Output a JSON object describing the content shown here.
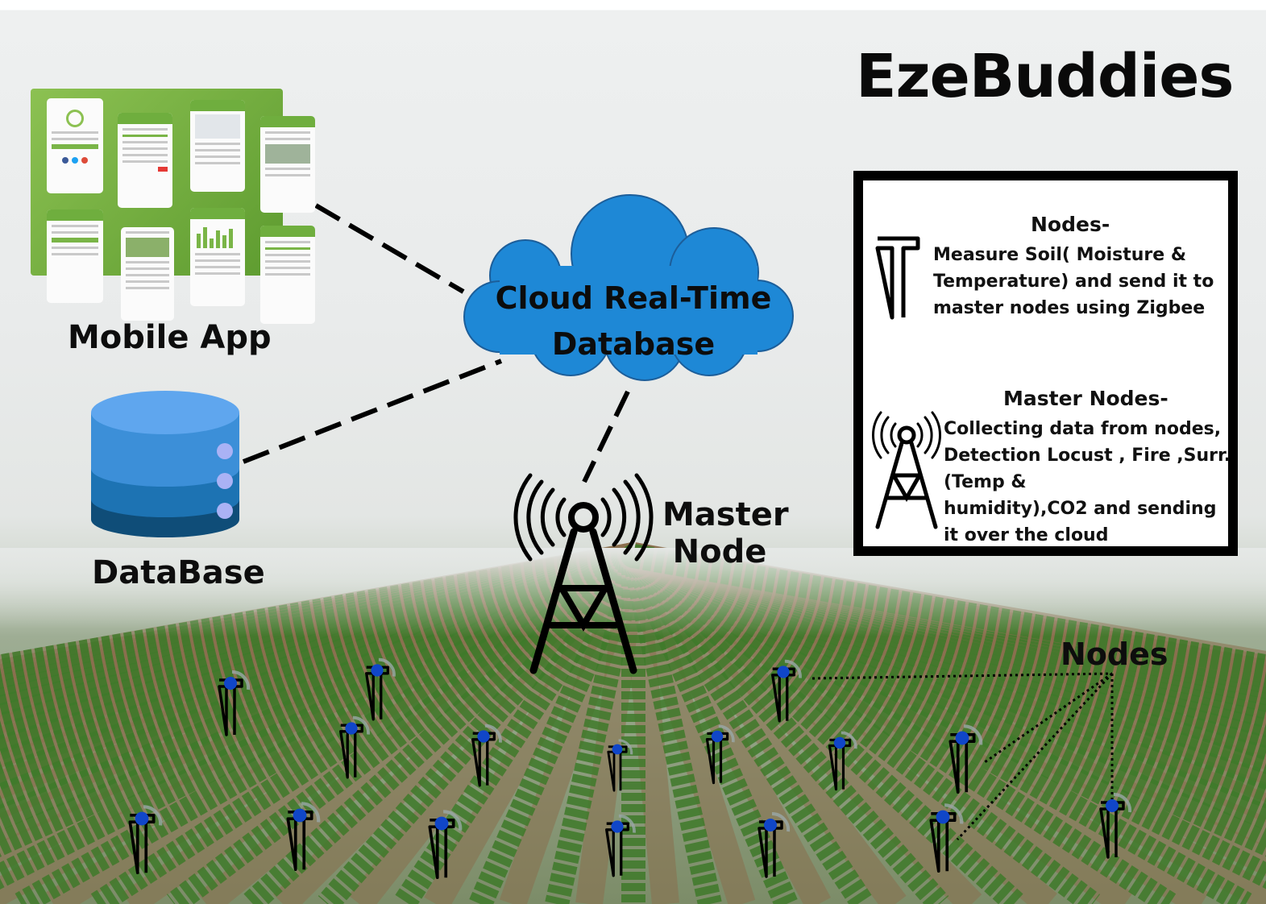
{
  "title": "EzeBuddies",
  "labels": {
    "mobile_app": "Mobile App",
    "database": "DataBase",
    "master_node": [
      "Master",
      "Node"
    ],
    "nodes": "Nodes"
  },
  "cloud": {
    "lines": [
      "Cloud Real-Time",
      "Database"
    ]
  },
  "legend": {
    "nodes_title": "Nodes-",
    "nodes_desc": [
      " Measure Soil( Moisture &",
      "Temperature) and send it to",
      "master nodes using Zigbee"
    ],
    "master_title": "Master Nodes-",
    "master_desc": [
      "Collecting data from nodes,",
      "Detection Locust , Fire ,Surr.",
      "(Temp &",
      "humidity),CO2  and sending",
      "it over the cloud"
    ]
  },
  "colors": {
    "cloud": "#1e88d6",
    "db_top": "#5fa6ee",
    "db_mid": "#1d73b3",
    "db_bottom": "#0f4d78",
    "node_dot": "#1046c8",
    "app_green": "#6fae3e"
  },
  "icons": [
    "cloud-icon",
    "database-icon",
    "tower-icon",
    "node-sensor-icon",
    "mobile-app-screens"
  ]
}
